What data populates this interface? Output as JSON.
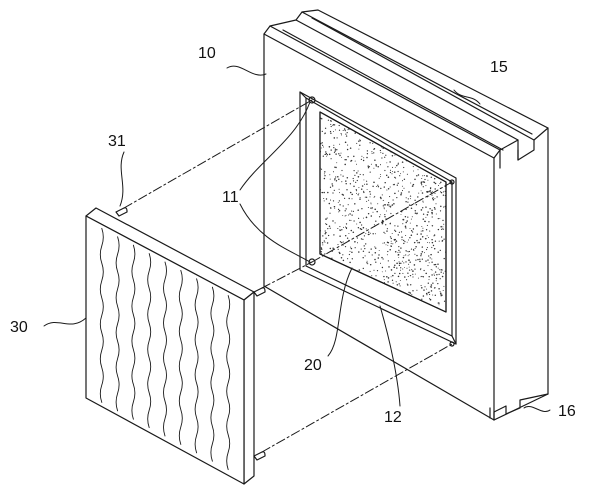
{
  "labels": {
    "frame": "10",
    "pin_hole": "11",
    "window_edge": "12",
    "groove": "15",
    "foot_notch": "16",
    "core_panel": "20",
    "cover_panel": "30",
    "pin": "31"
  }
}
